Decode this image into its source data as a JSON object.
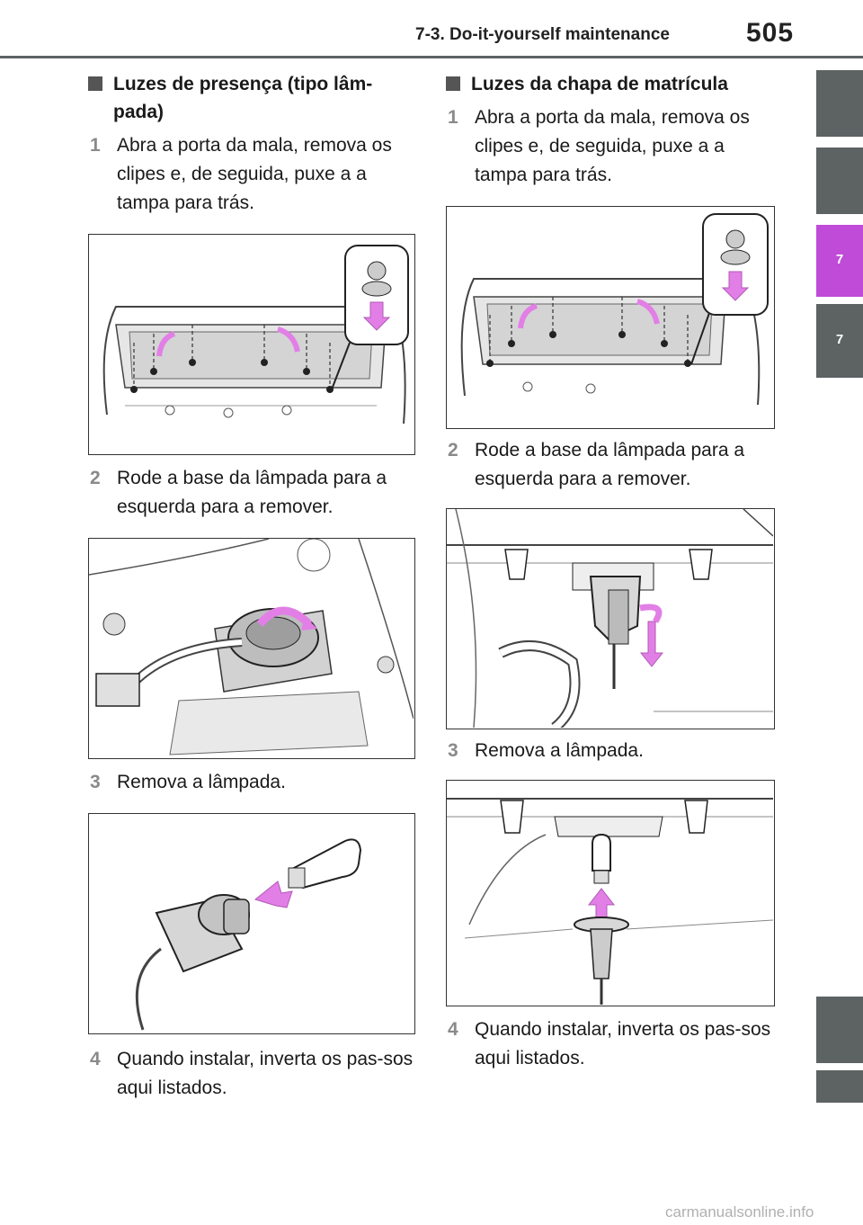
{
  "header": {
    "section_title": "7-3. Do-it-yourself maintenance",
    "page_number": "505"
  },
  "side_tabs": {
    "active_label": "7",
    "second_label": "7"
  },
  "left_column": {
    "heading": "Luzes de presença (tipo lâm-pada)",
    "steps": [
      {
        "num": "1",
        "text": "Abra a porta da mala, remova os clipes e, de seguida, puxe a a tampa para trás."
      },
      {
        "num": "2",
        "text": "Rode a base da lâmpada para a esquerda para a remover."
      },
      {
        "num": "3",
        "text": "Remova a lâmpada."
      },
      {
        "num": "4",
        "text": "Quando instalar, inverta os pas-sos aqui listados."
      }
    ]
  },
  "right_column": {
    "heading": "Luzes da chapa de matrícula",
    "steps": [
      {
        "num": "1",
        "text": "Abra a porta da mala, remova os clipes e, de seguida, puxe a a tampa para trás."
      },
      {
        "num": "2",
        "text": "Rode a base da lâmpada para a esquerda para a remover."
      },
      {
        "num": "3",
        "text": "Remova a lâmpada."
      },
      {
        "num": "4",
        "text": "Quando instalar, inverta os pas-sos aqui listados."
      }
    ]
  },
  "watermark": "carmanualsonline.info",
  "colors": {
    "accent_tab": "#c04bd8",
    "tab_gray": "#5d6263",
    "arrow_pink": "#e27fe6"
  }
}
